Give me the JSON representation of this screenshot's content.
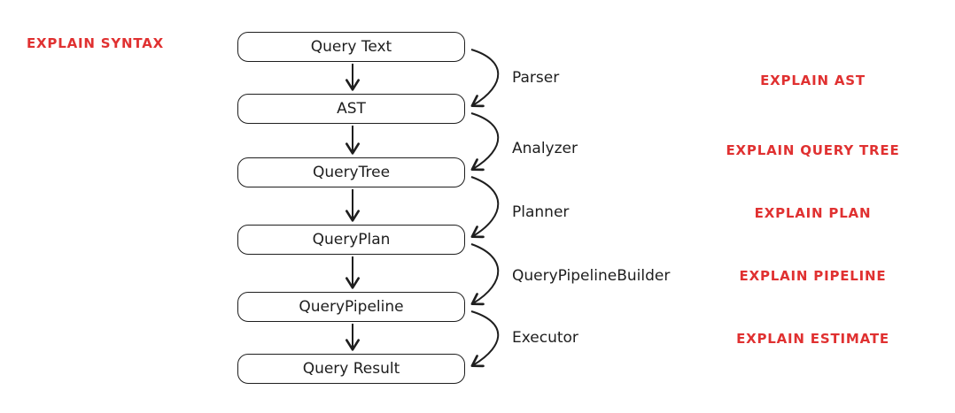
{
  "diagram": {
    "stages": [
      {
        "label": "Query Text"
      },
      {
        "label": "AST"
      },
      {
        "label": "QueryTree"
      },
      {
        "label": "QueryPlan"
      },
      {
        "label": "QueryPipeline"
      },
      {
        "label": "Query Result"
      }
    ],
    "transitions": [
      {
        "label": "Parser",
        "explain": "EXPLAIN AST"
      },
      {
        "label": "Analyzer",
        "explain": "EXPLAIN QUERY TREE"
      },
      {
        "label": "Planner",
        "explain": "EXPLAIN PLAN"
      },
      {
        "label": "QueryPipelineBuilder",
        "explain": "EXPLAIN PIPELINE"
      },
      {
        "label": "Executor",
        "explain": "EXPLAIN ESTIMATE"
      }
    ],
    "explain_syntax_label": "EXPLAIN SYNTAX",
    "colors": {
      "stroke": "#1e1e1e",
      "explain_red": "#e03131",
      "background": "#ffffff"
    }
  }
}
